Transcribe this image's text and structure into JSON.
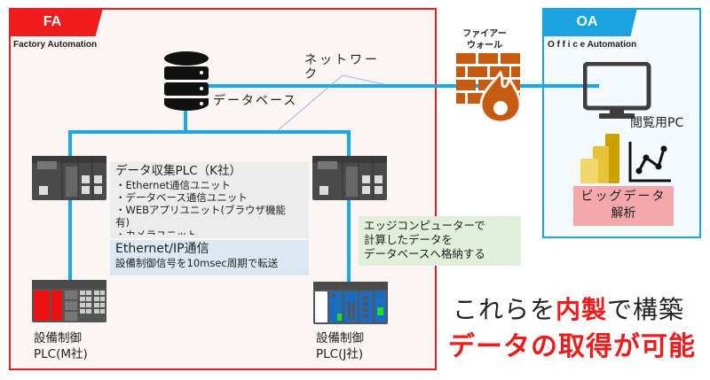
{
  "zones": {
    "fa": {
      "tab": "FA",
      "subtitle": "Factory Automation",
      "color": "#ee1c1c"
    },
    "oa": {
      "tab": "OA",
      "subtitle": "O f f i c e Automation",
      "color": "#1aa3e0"
    }
  },
  "network_label": [
    "ネットワー",
    "ク"
  ],
  "database_label": "データベース",
  "firewall_label": [
    "ファイアー",
    "ウォール"
  ],
  "viewer_pc_label": "閲覧用PC",
  "analysis_label": [
    "ビッグデータ",
    "解析"
  ],
  "collector_plc": {
    "title": "データ収集PLC（K社）",
    "items": [
      "・Ethernet通信ユニット",
      "・データベース通信ユニット",
      "・WEBアプリユニット(ブラウザ機能",
      "有)",
      "・カメラユニット"
    ]
  },
  "ethernet_ip": {
    "title": "Ethernet/IP通信",
    "detail": "設備制御信号を10msec周期で転送"
  },
  "edge_note": [
    "エッジコンピューターで",
    "計算したデータを",
    "データベースへ格納する"
  ],
  "plc_m": [
    "設備制御",
    "PLC(M社)"
  ],
  "plc_j": [
    "設備制御",
    "PLC(J社)"
  ],
  "claim": {
    "line1_pre": "これらを",
    "line1_highlight": "内製",
    "line1_post": "で構築",
    "line2": "データの取得が可能"
  },
  "colors": {
    "network": "#19a8ec",
    "firewall": "#c55a11",
    "highlight": "#ee1c1c"
  }
}
